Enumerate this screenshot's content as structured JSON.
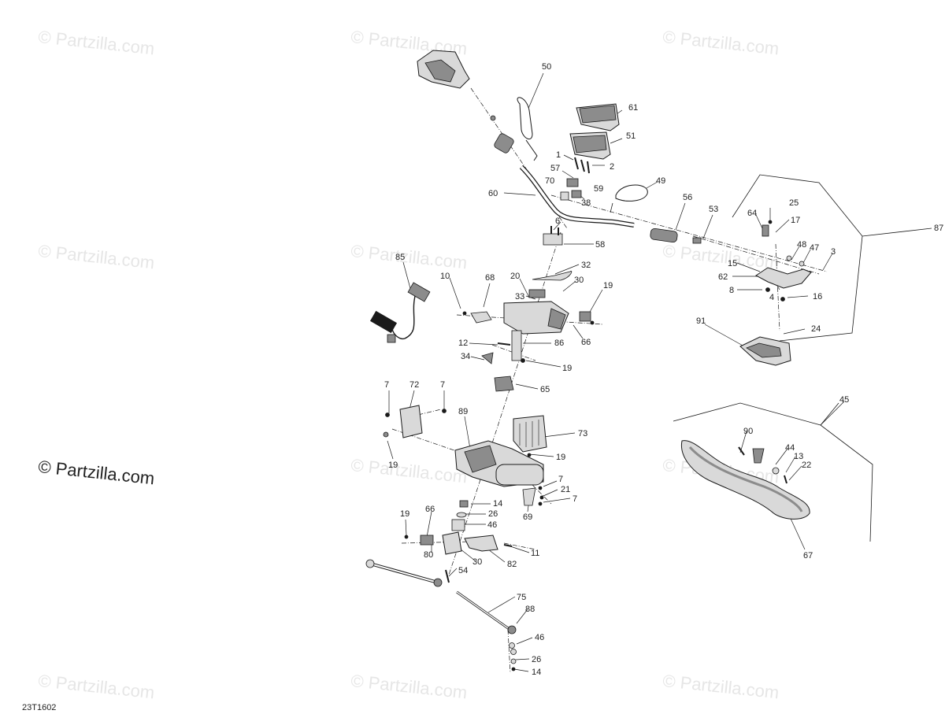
{
  "watermark": {
    "faint_text": "© Partzilla.com",
    "main_text": "© Partzilla.com"
  },
  "diagram_code": "23T1602",
  "callouts": {
    "c50": "50",
    "c61": "61",
    "c51": "51",
    "c1": "1",
    "c2": "2",
    "c57": "57",
    "c70": "70",
    "c59": "59",
    "c38": "38",
    "c49": "49",
    "c60": "60",
    "c56": "56",
    "c53": "53",
    "c6": "6",
    "c58": "58",
    "c25": "25",
    "c64": "64",
    "c17": "17",
    "c87": "87",
    "c48": "48",
    "c47": "47",
    "c3": "3",
    "c15": "15",
    "c62": "62",
    "c8": "8",
    "c4": "4",
    "c16": "16",
    "c24": "24",
    "c91": "91",
    "c85": "85",
    "c10": "10",
    "c68": "68",
    "c20": "20",
    "c32": "32",
    "c30a": "30",
    "c33": "33",
    "c19a": "19",
    "c66a": "66",
    "c12": "12",
    "c86": "86",
    "c34": "34",
    "c19b": "19",
    "c65": "65",
    "c7a": "7",
    "c72": "72",
    "c7b": "7",
    "c89": "89",
    "c73": "73",
    "c19c": "19",
    "c19d": "19",
    "c7c": "7",
    "c21": "21",
    "c7d": "7",
    "c69": "69",
    "c14a": "14",
    "c26a": "26",
    "c19e": "19",
    "c66b": "66",
    "c46a": "46",
    "c11": "11",
    "c80": "80",
    "c30b": "30",
    "c82": "82",
    "c54": "54",
    "c75": "75",
    "c88": "88",
    "c46b": "46",
    "c26b": "26",
    "c14b": "14",
    "c45": "45",
    "c90": "90",
    "c44": "44",
    "c13": "13",
    "c22": "22",
    "c67": "67"
  },
  "colors": {
    "line": "#1a1a1a",
    "part_fill": "#d9d9d9",
    "part_dark": "#8c8c8c",
    "watermark": "#e6e6e6"
  }
}
